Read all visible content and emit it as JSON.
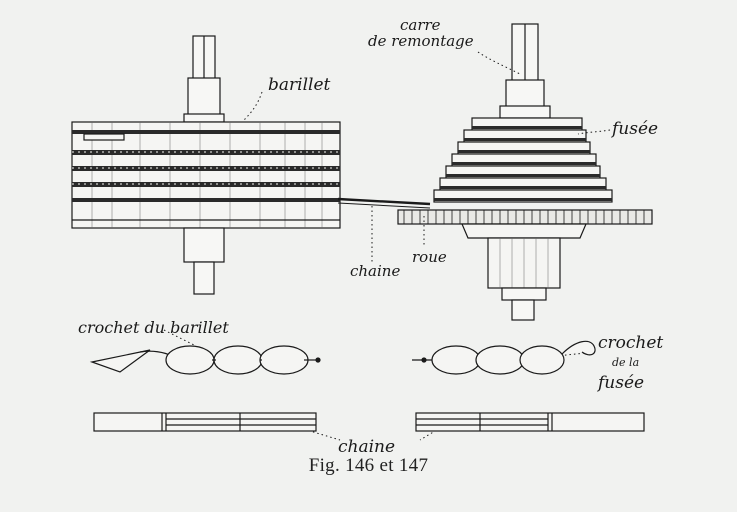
{
  "labels": {
    "carre": "carre",
    "remontage": "de remontage",
    "barillet": "barillet",
    "fusee": "fusée",
    "chaine_top": "chaine",
    "roue": "roue",
    "crochet_barillet": "crochet du barillet",
    "crochet_fusee_1": "crochet",
    "crochet_fusee_2": "de la",
    "crochet_fusee_3": "fusée",
    "chaine_bottom": "chaine"
  },
  "caption": "Fig. 146 et 147",
  "colors": {
    "paper": "#f1f2f0",
    "ink": "#1a1a1a"
  }
}
